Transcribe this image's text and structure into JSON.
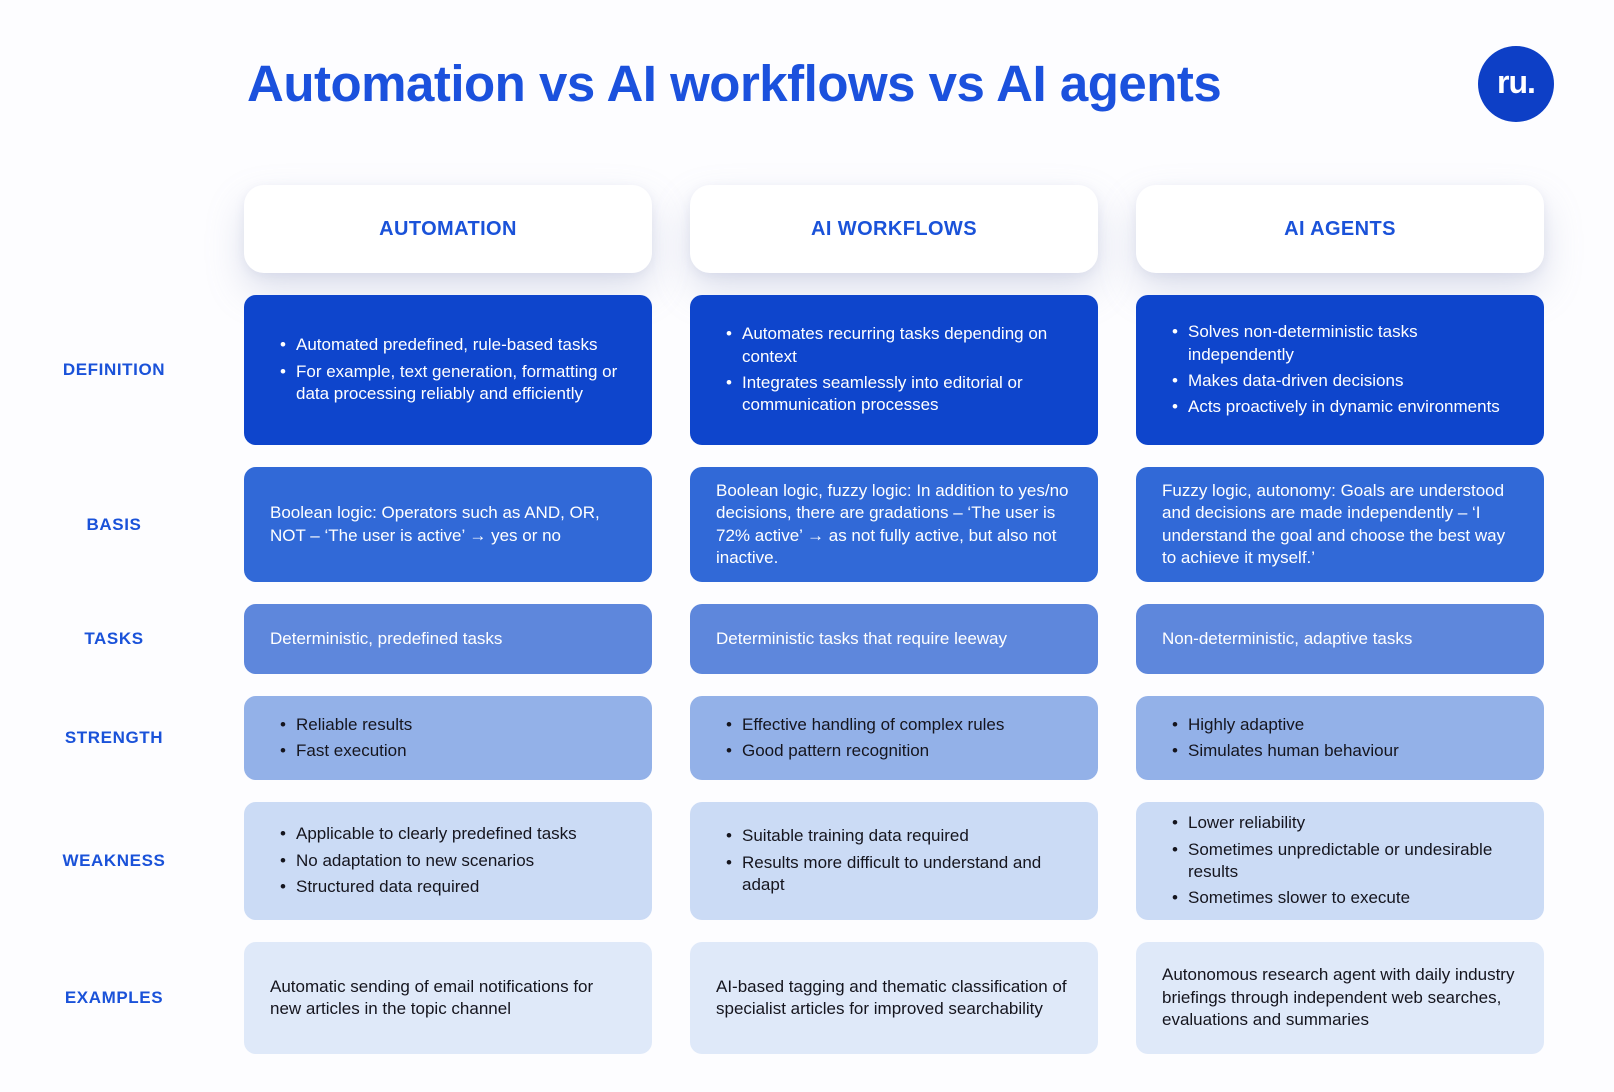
{
  "title": "Automation vs AI workflows vs AI agents",
  "logo_text": "ru.",
  "colors": {
    "page_bg": "#fdfdff",
    "card_bg": "#ffffff",
    "title_blue": "#1b51dd",
    "label_blue": "#1a52d9",
    "definition_bg": "#0e45cc",
    "basis_bg": "#3169d7",
    "tasks_bg": "#5e87dc",
    "strength_bg": "#93b1e8",
    "weakness_bg": "#cbdbf5",
    "examples_bg": "#dfe9f9",
    "dark_text": "#15151e",
    "logo_bg": "#0d3fc6"
  },
  "columns": [
    "AUTOMATION",
    "AI WORKFLOWS",
    "AI AGENTS"
  ],
  "row_labels": [
    "DEFINITION",
    "BASIS",
    "TASKS",
    "STRENGTH",
    "WEAKNESS",
    "EXAMPLES"
  ],
  "bullet_char": "•",
  "cells": {
    "definition": {
      "automation": [
        "Automated predefined, rule-based tasks",
        "For example, text generation, formatting or data processing reliably and efficiently"
      ],
      "ai_workflows": [
        "Automates recurring tasks depending on context",
        "Integrates seamlessly into editorial or communication processes"
      ],
      "ai_agents": [
        "Solves non-deterministic tasks independently",
        "Makes data-driven decisions",
        "Acts proactively in dynamic environments"
      ]
    },
    "basis": {
      "automation": "Boolean logic: Operators such as AND, OR, NOT – ‘The user is active’ → yes or no",
      "ai_workflows": "Boolean logic, fuzzy logic: In addition to yes/no decisions, there are gradations – ‘The user is 72% active’ →  as not fully active, but also not inactive.",
      "ai_agents": "Fuzzy logic, autonomy: Goals are understood and decisions are made independently – ‘I understand the goal and choose the best way to achieve it myself.’"
    },
    "tasks": {
      "automation": "Deterministic, predefined tasks",
      "ai_workflows": "Deterministic tasks that require leeway",
      "ai_agents": "Non-deterministic, adaptive tasks"
    },
    "strength": {
      "automation": [
        "Reliable results",
        "Fast execution"
      ],
      "ai_workflows": [
        "Effective handling of complex rules",
        "Good pattern recognition"
      ],
      "ai_agents": [
        "Highly adaptive",
        "Simulates human behaviour"
      ]
    },
    "weakness": {
      "automation": [
        "Applicable to clearly predefined tasks",
        "No adaptation to new scenarios",
        "Structured data required"
      ],
      "ai_workflows": [
        "Suitable training data required",
        "Results more difficult to understand and adapt"
      ],
      "ai_agents": [
        "Lower reliability",
        "Sometimes unpredictable or undesirable results",
        "Sometimes slower to execute"
      ]
    },
    "examples": {
      "automation": "Automatic sending of email notifications for new articles in the topic channel",
      "ai_workflows": "AI-based tagging and thematic classification of specialist articles for improved searchability",
      "ai_agents": "Autonomous research agent with daily industry briefings through independent web searches, evaluations and summaries"
    }
  }
}
